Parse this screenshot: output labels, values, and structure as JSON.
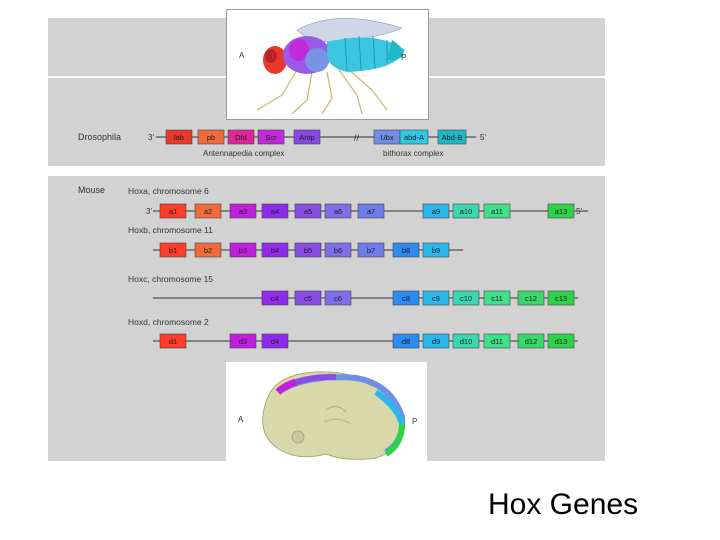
{
  "slide_title": "Hox Genes",
  "fly": {
    "anterior_label": "A",
    "posterior_label": "P"
  },
  "embryo": {
    "anterior_label": "A",
    "posterior_label": "P"
  },
  "drosophila": {
    "species_label": "Drosophila",
    "five_prime": "3'",
    "three_prime": "5'",
    "break_mark": "//",
    "genes": [
      {
        "label": "lab",
        "color": "#e8382a"
      },
      {
        "label": "pb",
        "color": "#f06a3a"
      },
      {
        "label": "Dfd",
        "color": "#e0249a"
      },
      {
        "label": "Scr",
        "color": "#c02ad8"
      },
      {
        "label": "Antp",
        "color": "#8a46e6"
      },
      {
        "label": "Ubx",
        "color": "#6f8ee8"
      },
      {
        "label": "abd-A",
        "color": "#2fc8e0"
      },
      {
        "label": "Abd-B",
        "color": "#20b8c8"
      }
    ],
    "antennapedia_label": "Antennapedia complex",
    "bithorax_label": "bithorax complex"
  },
  "mouse": {
    "species_label": "Mouse",
    "clusters": [
      {
        "label": "Hoxa, chromosome 6",
        "left_end": "3'",
        "right_end": "5'",
        "genes": [
          "a1",
          "a2",
          "a3",
          "a4",
          "a5",
          "a6",
          "a7",
          "a9",
          "a10",
          "a11",
          "a13"
        ]
      },
      {
        "label": "Hoxb, chromosome 11",
        "genes": [
          "b1",
          "b2",
          "b3",
          "b4",
          "b5",
          "b6",
          "b7",
          "b8",
          "b9"
        ]
      },
      {
        "label": "Hoxc, chromosome 15",
        "genes": [
          "c4",
          "c5",
          "c6",
          "c8",
          "c9",
          "c10",
          "c11",
          "c12",
          "c13"
        ]
      },
      {
        "label": "Hoxd, chromosome 2",
        "genes": [
          "d1",
          "d3",
          "d4",
          "d8",
          "d9",
          "d10",
          "d11",
          "d12",
          "d13"
        ]
      }
    ]
  },
  "colors": {
    "panel_bg": "#d2d2d2",
    "paralog_1": "#ff3b2a",
    "paralog_2": "#f26a3a",
    "paralog_3": "#c21ee0",
    "paralog_4": "#8f29ee",
    "paralog_5": "#8a4ce6",
    "paralog_6": "#7f6ce8",
    "paralog_7": "#6d7ce8",
    "paralog_8": "#2c8af0",
    "paralog_9": "#2ab8ec",
    "paralog_10": "#3ad8b0",
    "paralog_11": "#3ee08a",
    "paralog_12": "#3ad86a",
    "paralog_13": "#2ed24a"
  }
}
